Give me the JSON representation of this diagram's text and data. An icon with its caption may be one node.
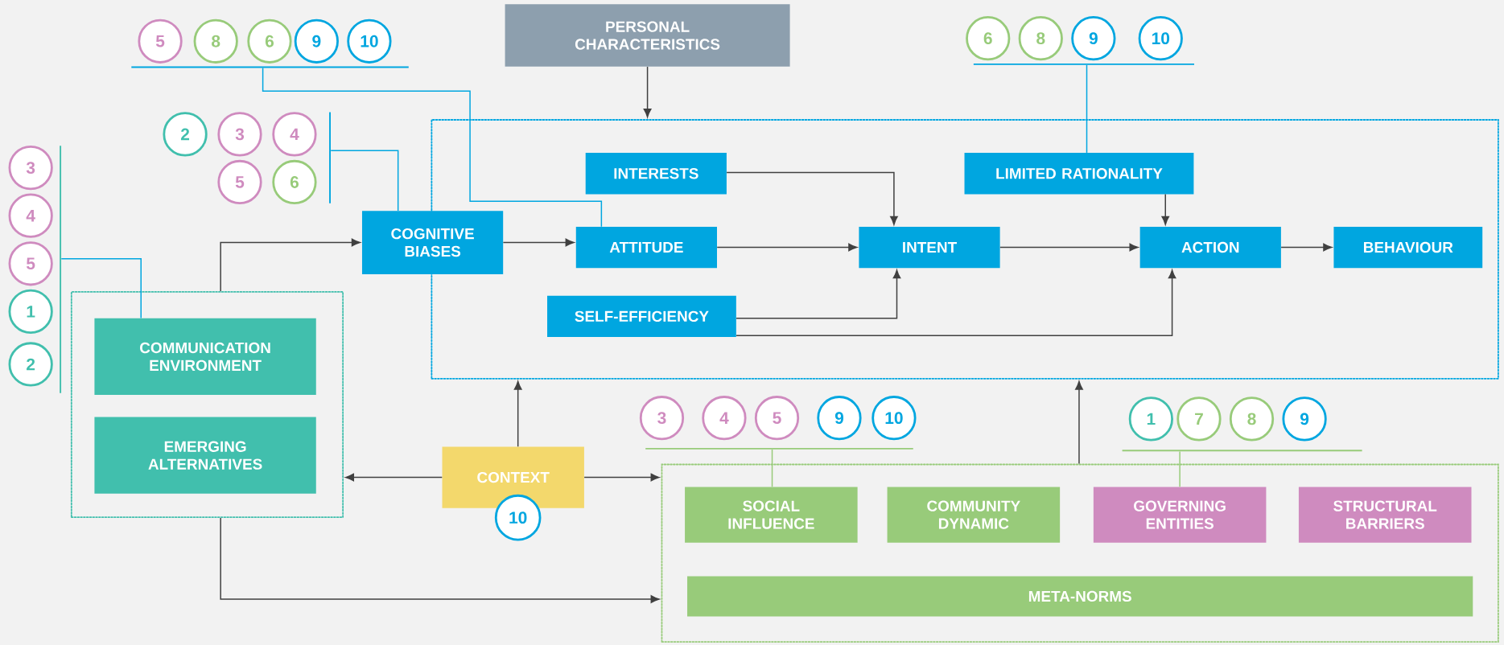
{
  "diagram": {
    "nodes": [
      {
        "text": [
          "5"
        ]
      },
      {
        "text": [
          "8"
        ]
      },
      {
        "text": [
          "6"
        ]
      },
      {
        "text": [
          "9"
        ]
      },
      {
        "text": [
          "10"
        ]
      },
      {
        "text": [],
        "shape": "bar"
      },
      {
        "text": [
          "PERSONAL CHARACTERISTICS"
        ]
      },
      {
        "text": [
          "6"
        ]
      },
      {
        "text": [
          "8"
        ]
      },
      {
        "text": [
          "9"
        ]
      },
      {
        "text": [
          "10"
        ]
      },
      {
        "text": [],
        "shape": "bar"
      },
      {
        "text": [
          "2"
        ]
      },
      {
        "text": [
          "3"
        ]
      },
      {
        "text": [
          "4"
        ]
      },
      {
        "text": [
          "5"
        ]
      },
      {
        "text": [
          "6"
        ]
      },
      {
        "text": [],
        "shape": "bar"
      },
      {
        "text": [
          "3"
        ]
      },
      {
        "text": [
          "4"
        ]
      },
      {
        "text": [
          "5"
        ]
      },
      {
        "text": [
          "1"
        ]
      },
      {
        "text": [
          "2"
        ]
      },
      {
        "text": [],
        "shape": "bar"
      },
      {
        "text": [],
        "shape": "box"
      },
      {
        "text": [
          "INTERESTS"
        ],
        "in": 24
      },
      {
        "text": [
          "LIMITED RATIONALITY"
        ],
        "in": 24
      },
      {
        "text": [
          "COGNITIVE BIASES"
        ]
      },
      {
        "text": [
          "ATTITUDE"
        ],
        "in": 24
      },
      {
        "text": [
          "INTENT"
        ],
        "in": 24
      },
      {
        "text": [
          "ACTION"
        ],
        "in": 24
      },
      {
        "text": [
          "BEHAVIOUR"
        ],
        "in": 24
      },
      {
        "text": [
          "SELF-EFFICIENCY"
        ],
        "in": 24
      },
      {
        "text": [],
        "shape": "box"
      },
      {
        "text": [
          "COMMUNICATION ENVIRONMENT"
        ],
        "in": 33
      },
      {
        "text": [
          "EMERGING ALTERNATIVES"
        ],
        "in": 33
      },
      {
        "text": [
          "CONTEXT"
        ]
      },
      {
        "text": [
          "10"
        ]
      },
      {
        "text": [
          "3"
        ]
      },
      {
        "text": [
          "4"
        ]
      },
      {
        "text": [
          "5"
        ]
      },
      {
        "text": [
          "9"
        ]
      },
      {
        "text": [
          "10"
        ]
      },
      {
        "text": [],
        "shape": "bar"
      },
      {
        "text": [
          "1"
        ]
      },
      {
        "text": [
          "7"
        ]
      },
      {
        "text": [
          "8"
        ]
      },
      {
        "text": [
          "9"
        ]
      },
      {
        "text": [],
        "shape": "bar"
      },
      {
        "text": [],
        "shape": "box"
      },
      {
        "text": [
          "SOCIAL INFLUENCE"
        ],
        "in": 49
      },
      {
        "text": [
          "COMMUNITY DYNAMIC"
        ],
        "in": 49
      },
      {
        "text": [
          "GOVERNING ENTITIES"
        ],
        "in": 49
      },
      {
        "text": [
          "STRUCTURAL BARRIERS"
        ],
        "in": 49
      },
      {
        "text": [
          "META-NORMS"
        ],
        "in": 49
      }
    ],
    "edges": [
      {
        "from": 6,
        "to": 24,
        "arrow": "to"
      },
      {
        "from": 33,
        "to": 27,
        "arrow": "to"
      },
      {
        "from": 27,
        "to": 28,
        "arrow": "to"
      },
      {
        "from": 28,
        "to": 29,
        "arrow": "to"
      },
      {
        "from": 25,
        "to": 29,
        "arrow": "to"
      },
      {
        "from": 32,
        "to": 29,
        "arrow": "to"
      },
      {
        "from": 32,
        "to": 30,
        "arrow": "to"
      },
      {
        "from": 26,
        "to": 30,
        "arrow": "to"
      },
      {
        "from": 29,
        "to": 30,
        "arrow": "to"
      },
      {
        "from": 30,
        "to": 31,
        "arrow": "to"
      },
      {
        "from": 36,
        "to": 24,
        "arrow": "to"
      },
      {
        "from": 36,
        "to": 33,
        "arrow": "to"
      },
      {
        "from": 36,
        "to": 49,
        "arrow": "to"
      },
      {
        "from": 49,
        "to": 24,
        "arrow": "to"
      },
      {
        "from": 33,
        "to": 49,
        "arrow": "to"
      },
      {
        "from": 5,
        "to": 28,
        "arrow": "none",
        "color": "#00a6e0"
      },
      {
        "from": 11,
        "to": 26,
        "arrow": "none",
        "color": "#00a6e0"
      },
      {
        "from": 17,
        "to": 27,
        "arrow": "none",
        "color": "#00a6e0"
      },
      {
        "from": 23,
        "to": 34,
        "arrow": "none",
        "color": "#00a6e0"
      },
      {
        "from": 43,
        "to": 50,
        "arrow": "none",
        "color": "#98cb7a"
      },
      {
        "from": 48,
        "to": 52,
        "arrow": "none",
        "color": "#98cb7a"
      }
    ]
  }
}
